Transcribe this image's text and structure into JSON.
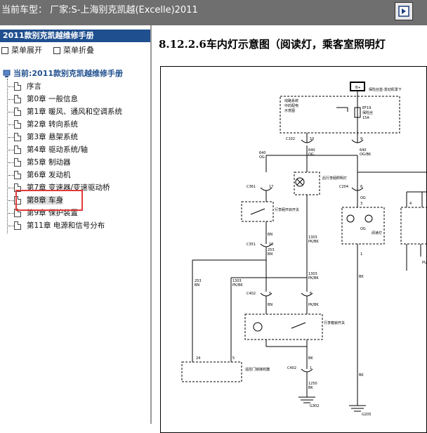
{
  "header": {
    "title": "当前车型：  厂家:S-上海别克凯越(Excelle)2011"
  },
  "sidebar": {
    "manual_title": "2011款别克凯越维修手册",
    "expand_label": "菜单展开",
    "collapse_label": "菜单折叠",
    "root_label": "当前:2011款别克凯越维修手册",
    "items": [
      {
        "label": "序言"
      },
      {
        "label": "第0章 一般信息"
      },
      {
        "label": "第1章 暖风、通风和空调系统"
      },
      {
        "label": "第2章 转向系统"
      },
      {
        "label": "第3章 悬架系统"
      },
      {
        "label": "第4章 驱动系统/轴"
      },
      {
        "label": "第5章 制动器"
      },
      {
        "label": "第6章 发动机"
      },
      {
        "label": "第7章 变速器/变速驱动桥"
      },
      {
        "label": "第8章 车身"
      },
      {
        "label": "第9章 保护装置"
      },
      {
        "label": "第11章 电源和信号分布"
      }
    ]
  },
  "main": {
    "heading": "8.12.2.6车内灯示意图（阅读灯，乘客室照明灯",
    "diagram": {
      "fuse_box_top": "B+",
      "fuse_note": "保险丝盒-发动机罩下",
      "left_note1": "线路系统",
      "left_note2": "中的配电",
      "left_note3": "示意图",
      "fuse_id": "EF19",
      "fuse_name": "保险丝",
      "fuse_amp": "15A",
      "c102": "C102",
      "pin10": "10",
      "pin9": "9",
      "w640a": "640",
      "og_a": "OG",
      "w640b": "640",
      "og_b": "OG",
      "w640c": "640",
      "og_bk": "OG/BK",
      "c361": "C361",
      "pin17": "17",
      "pin18": "18",
      "trunk_lamp": "后行李厢照明灯",
      "trunk_sw": "行李厢开启开关",
      "c204": "C204",
      "pin6": "6",
      "og_c": "OG",
      "og_d": "OG",
      "reading_lamp": "阅读灯",
      "w1303a": "1303",
      "pkbk_a": "PK/BK",
      "bn_a": "BN",
      "c351": "C351",
      "w253a": "253",
      "bn_b": "BN",
      "w253b": "253",
      "bn_c": "BN",
      "w1303b": "1303",
      "pkbk_b": "PK/BK",
      "w1303c": "1303",
      "pkbk_c": "PK/BK",
      "c402a": "C402",
      "pin5": "5",
      "pin6b": "6",
      "bn_d": "BN",
      "pkbk_d": "PK/BK",
      "trunk_latch": "行李箱锁开关",
      "pin24": "24",
      "pin5b": "5",
      "remote_module": "遥控门锁接收器",
      "c402b": "C402",
      "pin1": "1",
      "bk_a": "BK",
      "w1250": "1250",
      "bk_b": "BK",
      "g302": "G302",
      "bk_c": "BK",
      "bk_d": "BK",
      "g205": "G205",
      "pin3": "3",
      "pin4": "4",
      "pin1b": "1",
      "pu": "PU"
    }
  },
  "colors": {
    "topbar": "#6f6f6f",
    "sidebar_head": "#1f4f8f",
    "highlight_box": "#e23b3b"
  }
}
